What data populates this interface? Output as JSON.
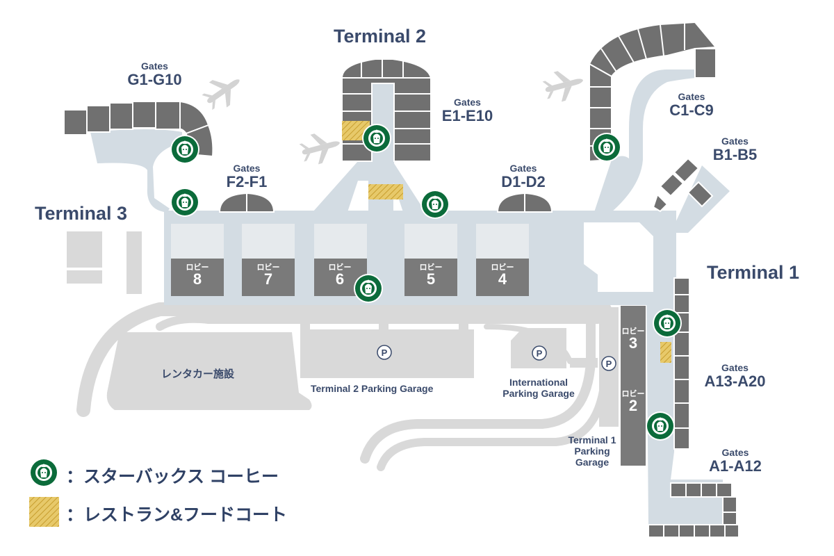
{
  "terminals": {
    "t1": "Terminal 1",
    "t2": "Terminal 2",
    "t3": "Terminal 3"
  },
  "gates_label": "Gates",
  "gates": {
    "g": "G1-G10",
    "f": "F2-F1",
    "e": "E1-E10",
    "d": "D1-D2",
    "c": "C1-C9",
    "b": "B1-B5",
    "a13": "A13-A20",
    "a1": "A1-A12"
  },
  "lobby_word": "ロビー",
  "lobbies": [
    "8",
    "7",
    "6",
    "5",
    "4",
    "3",
    "2"
  ],
  "parking": {
    "symbol": "P",
    "t2_garage": "Terminal 2 Parking Garage",
    "intl_line1": "International",
    "intl_line2": "Parking Garage",
    "t1_line1": "Terminal 1",
    "t1_line2": "Parking",
    "t1_line3": "Garage"
  },
  "rental": "レンタカー施設",
  "legend": {
    "starbucks": "：スターバックス コーヒー",
    "food": "：レストラン&フードコート"
  },
  "colors": {
    "concourse": "#d3dce3",
    "gate_dark": "#707070",
    "lobby_dark": "#7a7a7a",
    "road": "#d9d9d9",
    "label": "#3a4a6b",
    "starbucks_green": "#0b6b3a",
    "food_gold": "#d9b44a"
  },
  "icons": [
    "starbucks-icon",
    "food-court-icon",
    "airplane-icon",
    "parking-icon"
  ]
}
